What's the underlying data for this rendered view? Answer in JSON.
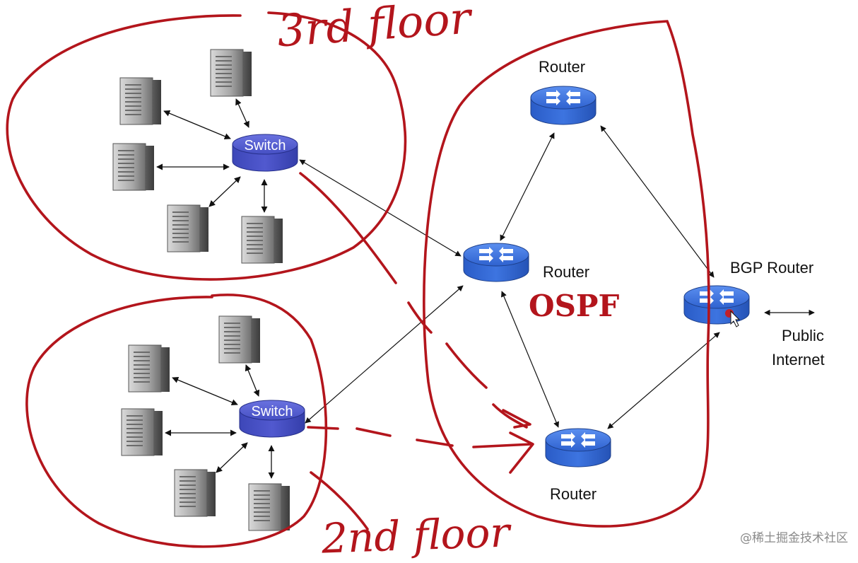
{
  "annotations": {
    "floor3": "3rd floor",
    "floor2": "2nd floor",
    "ospf": "OSPF"
  },
  "switches": {
    "top": "Switch",
    "bottom": "Switch"
  },
  "routers": {
    "top": "Router",
    "middle": "Router",
    "bottom": "Router",
    "bgp": "BGP Router"
  },
  "internet": {
    "line1": "Public",
    "line2": "Internet"
  },
  "watermark": "@稀土掘金技术社区",
  "colors": {
    "ink": "#b3151c",
    "device_blue": "#3a6fd8",
    "switch_blue": "#4a55c8",
    "server_gray": "#9a9a9a"
  }
}
